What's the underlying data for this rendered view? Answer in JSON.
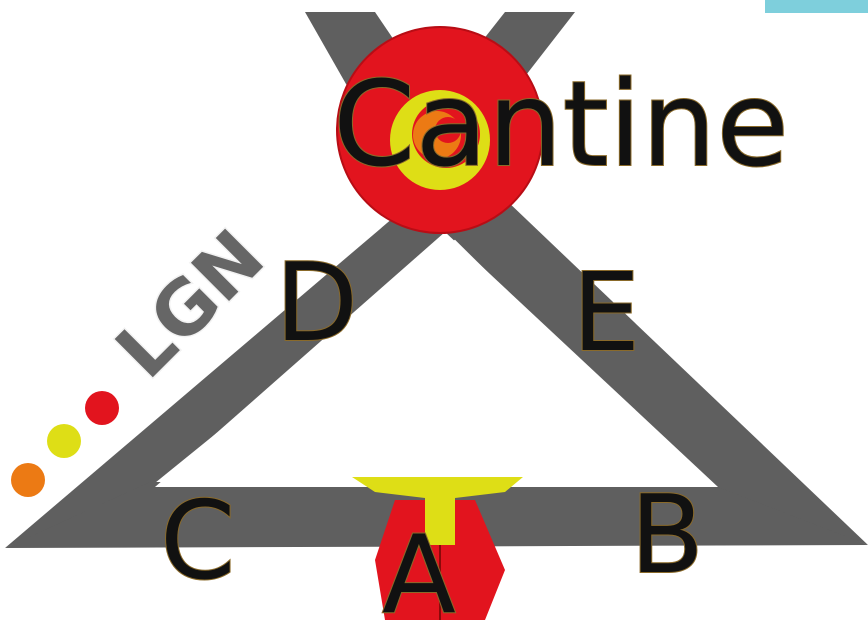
{
  "logo": {
    "title": "Cantine",
    "brand": "LGN",
    "labels": {
      "a": "A",
      "b": "B",
      "c": "C",
      "d": "D",
      "e": "E"
    }
  },
  "colors": {
    "frame": "#5f5f5f",
    "red": "#e2141e",
    "yellow": "#dede16",
    "orange": "#ec7a14",
    "accent_bar": "#7ecfdc"
  }
}
